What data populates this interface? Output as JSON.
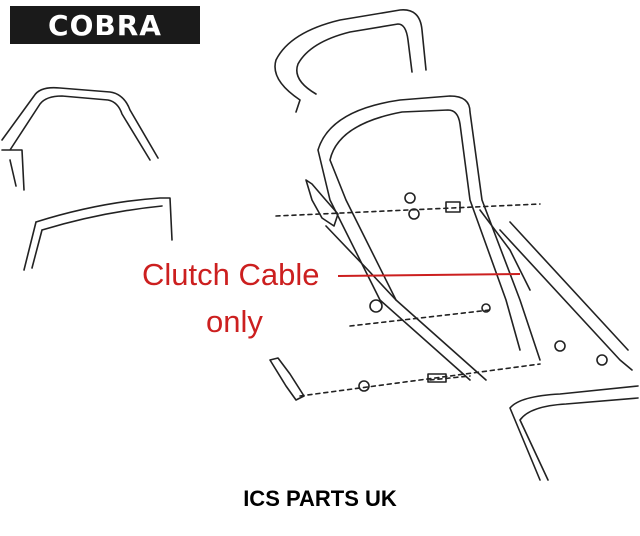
{
  "brand": {
    "logo_text": "COBRA"
  },
  "callout": {
    "line1": "Clutch Cable",
    "line2": "only",
    "color": "#cc1f1f"
  },
  "footer": {
    "text": "ICS PARTS UK"
  }
}
